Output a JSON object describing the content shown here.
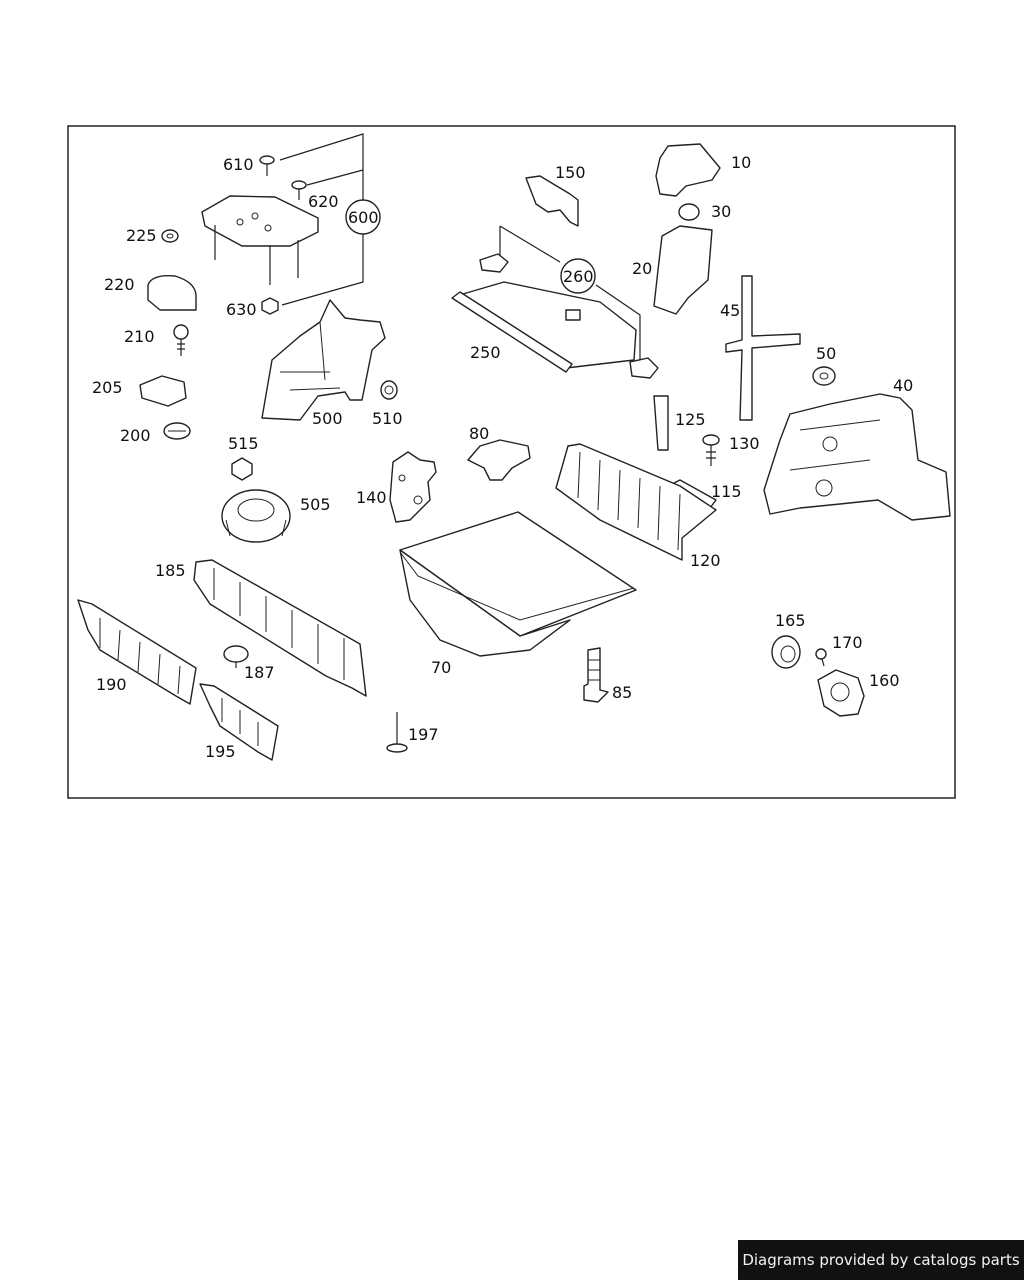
{
  "callouts": [
    "10",
    "20",
    "30",
    "40",
    "45",
    "50",
    "70",
    "80",
    "85",
    "115",
    "120",
    "125",
    "130",
    "140",
    "150",
    "160",
    "165",
    "170",
    "185",
    "187",
    "190",
    "195",
    "197",
    "200",
    "205",
    "210",
    "220",
    "225",
    "250",
    "260",
    "500",
    "505",
    "510",
    "515",
    "600",
    "610",
    "620",
    "630"
  ],
  "footer": {
    "text": "Diagrams provided by catalogs parts"
  }
}
